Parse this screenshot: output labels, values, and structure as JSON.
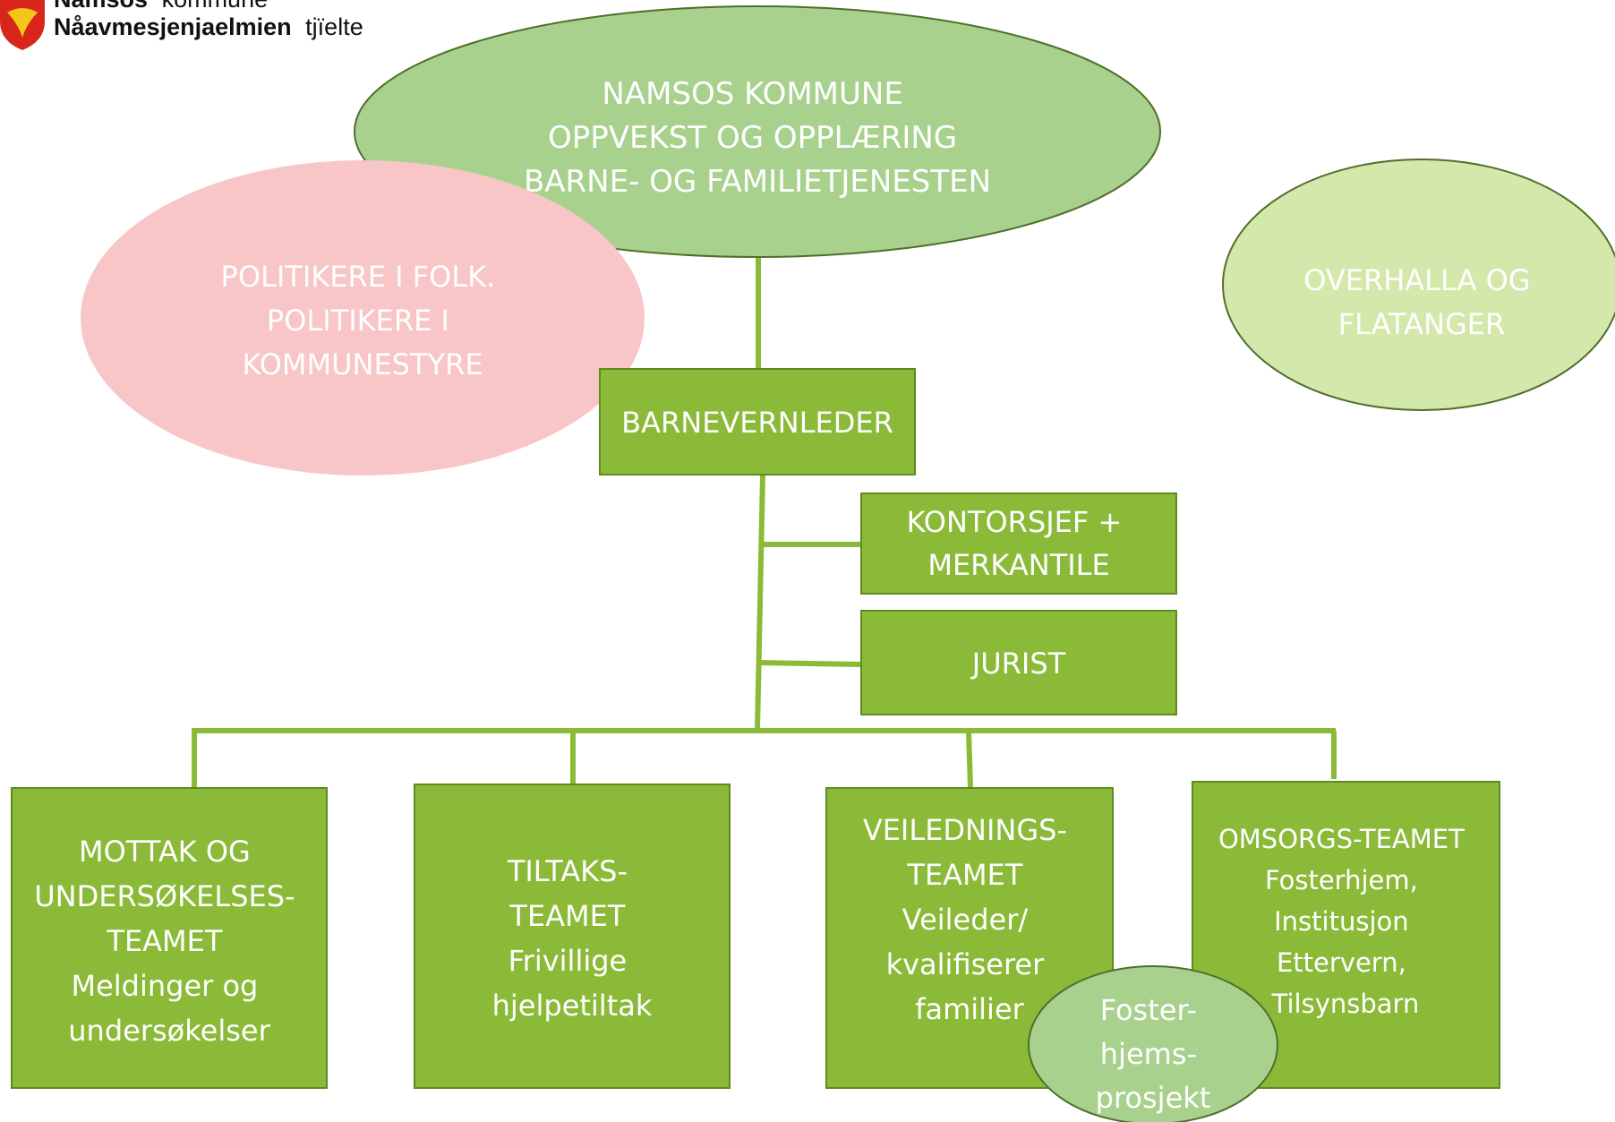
{
  "logo": {
    "line1_bold": "Namsos",
    "line1_rest": "kommune",
    "line2_bold": "Nåavmesjenjaelmien",
    "line2_rest": "tjïelte"
  },
  "nodes": {
    "top": [
      "NAMSOS KOMMUNE",
      "OPPVEKST OG OPPLÆRING",
      "BARNE- OG FAMILIETJENESTEN"
    ],
    "politikere": [
      "POLITIKERE I FOLK.",
      "POLITIKERE I",
      "KOMMUNESTYRE"
    ],
    "overhalla": [
      "OVERHALLA OG",
      "FLATANGER"
    ],
    "leder": [
      "BARNEVERNLEDER"
    ],
    "kontorsjef": [
      "KONTORSJEF +",
      "MERKANTILE"
    ],
    "jurist": [
      "JURIST"
    ],
    "mottak": [
      "MOTTAK OG",
      "UNDERSØKELSES-",
      "TEAMET",
      "Meldinger og",
      "undersøkelser"
    ],
    "tiltak": [
      "TILTAKS-",
      "TEAMET",
      "Frivillige",
      "hjelpetiltak"
    ],
    "veiledning": [
      "VEILEDNINGS-",
      "TEAMET",
      "Veileder/",
      "kvalifiserer",
      "familier"
    ],
    "omsorg": [
      "OMSORGS-TEAMET",
      "Fosterhjem,",
      "Institusjon",
      "Ettervern,",
      "Tilsynsbarn"
    ],
    "foster": [
      "Foster-",
      "hjems-",
      "prosjekt"
    ]
  },
  "colors": {
    "box_green": "#8bba38",
    "box_border": "#5f8a1f",
    "light_green": "#a9d18e",
    "pale_green": "#d4e8ab",
    "pink": "#f8c6c7",
    "connector": "#8bba38",
    "outline": "#4f6f2a"
  }
}
